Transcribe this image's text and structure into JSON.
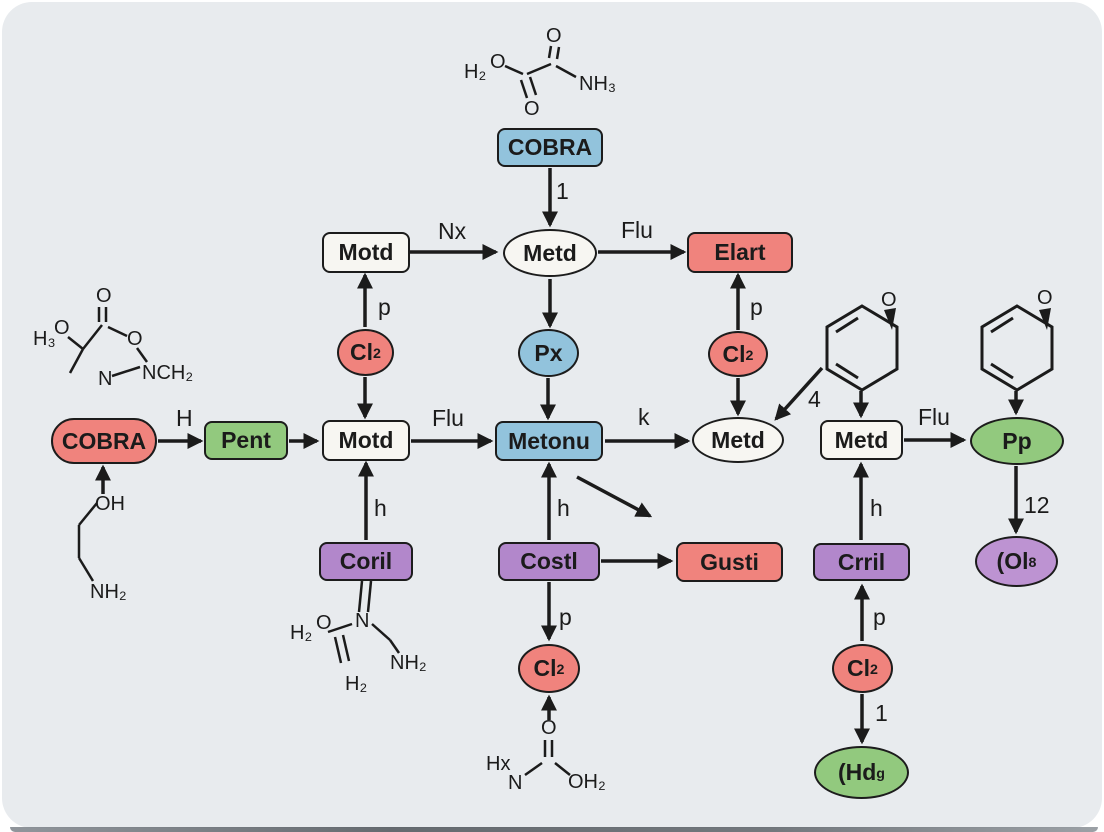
{
  "colors": {
    "panel_bg": "#e8ebee",
    "node_blue": "#92c3dc",
    "node_red": "#f0837d",
    "node_green": "#92c97e",
    "node_purple": "#b287cb",
    "node_purple_light": "#bd93d2",
    "node_white": "#f7f6f2",
    "ink": "#1b1b1b"
  },
  "nodes": {
    "cobra_top": {
      "label": "COBRA",
      "sub": ""
    },
    "motd_top": {
      "label": "Motd",
      "sub": ""
    },
    "metd_top": {
      "label": "Metd",
      "sub": ""
    },
    "elart": {
      "label": "Elart",
      "sub": ""
    },
    "cl2_left": {
      "label": "Cl",
      "sub": "2"
    },
    "px": {
      "label": "Px",
      "sub": ""
    },
    "cl2_mid": {
      "label": "Cl",
      "sub": "2"
    },
    "cobra_left": {
      "label": "COBRA",
      "sub": ""
    },
    "pent": {
      "label": "Pent",
      "sub": ""
    },
    "motd_mid": {
      "label": "Motd",
      "sub": ""
    },
    "metonu": {
      "label": "Metonu",
      "sub": ""
    },
    "metd_mid": {
      "label": "Metd",
      "sub": ""
    },
    "metd_right": {
      "label": "Metd",
      "sub": ""
    },
    "pp": {
      "label": "Pp",
      "sub": ""
    },
    "coril": {
      "label": "Coril",
      "sub": ""
    },
    "costl": {
      "label": "Costl",
      "sub": ""
    },
    "gusti": {
      "label": "Gusti",
      "sub": ""
    },
    "crril": {
      "label": "Crril",
      "sub": ""
    },
    "cl2_bot": {
      "label": "Cl",
      "sub": "2"
    },
    "cl2_right": {
      "label": "Cl",
      "sub": "2"
    },
    "ol8": {
      "label": "(Ol",
      "sub": "8"
    },
    "hdg": {
      "label": "(Hd",
      "sub": "g"
    }
  },
  "edge_labels": {
    "one_top": "1",
    "nx": "Nx",
    "flu_top": "Flu",
    "p_left": "p",
    "p_mid": "p",
    "h_cobra": "H",
    "flu_mid": "Flu",
    "k": "k",
    "four": "4",
    "flu_right": "Flu",
    "twelve": "12",
    "h_coril": "h",
    "h_costl": "h",
    "h_crril": "h",
    "p_costl": "p",
    "p_crril": "p",
    "one_right": "1"
  },
  "chem": {
    "top": {
      "h2": "H₂",
      "o1": "O",
      "o_top": "O",
      "o_bot": "O",
      "nh3": "NH₃"
    },
    "left": {
      "h3": "H₃",
      "o1": "O",
      "o_top": "O",
      "o_mid": "O",
      "n": "N",
      "nch2": "NCH₂"
    },
    "cobra_below": {
      "oh": "OH",
      "nh2": "NH₂"
    },
    "coril_below": {
      "h2": "H₂",
      "o": "O",
      "n": "N",
      "nh2": "NH₂",
      "ch2": "H₂"
    },
    "bottom": {
      "hx": "Hx",
      "n": "N",
      "o": "O",
      "oh2": "OH₂"
    },
    "ring_left": {
      "o": "O"
    },
    "ring_right": {
      "o": "O"
    }
  }
}
